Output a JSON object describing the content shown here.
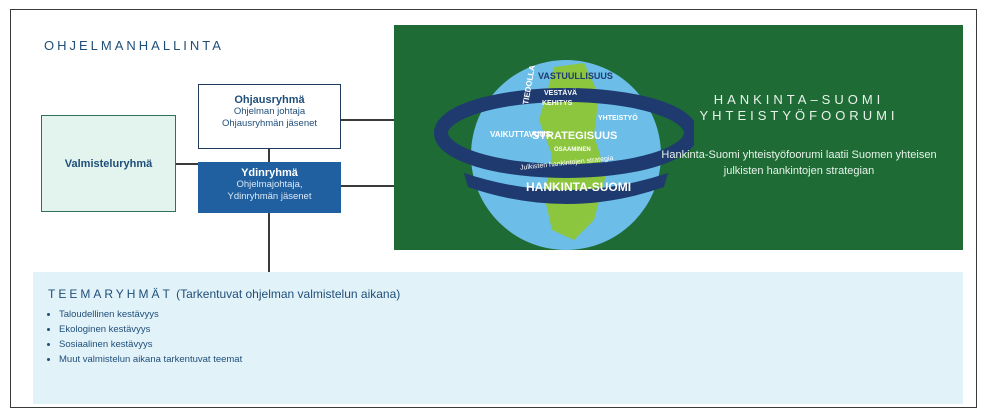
{
  "title": "OHJELMANHALLINTA",
  "boxes": {
    "preparation": "Valmisteluryhmä",
    "steering": {
      "title": "Ohjausryhmä",
      "line1": "Ohjelman johtaja",
      "line2": "Ohjausryhmän jäsenet"
    },
    "core": {
      "title": "Ydinryhmä",
      "line1": "Ohjelmajohtaja,",
      "line2": "Ydinryhmän jäsenet"
    }
  },
  "forum": {
    "title_line1": "HANKINTA–SUOMI",
    "title_line2": "YHTEISTYÖFOORUMI",
    "description": "Hankinta-Suomi yhteistyöfoorumi laatii Suomen yhteisen julkisten hankintojen strategian",
    "globe": {
      "words": [
        "TIEDOLLA",
        "VASTUULLISUUS",
        "VESTÄVÄ",
        "KEHITYS",
        "YHTEISTYÖ",
        "VAIKUTTAVUUS",
        "STRATEGISUUS",
        "OSAAMINEN"
      ],
      "ring_text": "Julkisten hankintojen strategia",
      "band_text": "HANKINTA-SUOMI"
    },
    "colors": {
      "background": "#1e6b36",
      "ring": "#1e3a6e",
      "globe": "#6cbde8",
      "land": "#8cc63f"
    }
  },
  "themes": {
    "title": "TEEMARYHMÄT",
    "subtitle": "(Tarkentuvat ohjelman valmistelun aikana)",
    "items": [
      "Taloudellinen kestävyys",
      "Ekologinen kestävyys",
      "Sosiaalinen kestävyys",
      "Muut valmistelun aikana tarkentuvat teemat"
    ]
  }
}
